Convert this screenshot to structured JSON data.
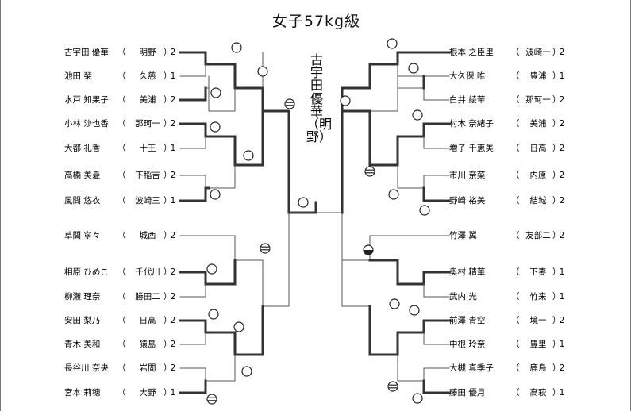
{
  "title": "女子57kg級",
  "champion": "古宇田優華（明野）",
  "players": [
    {
      "name": "古宇田 優華",
      "team": "明野",
      "score": "2"
    },
    {
      "name": "池田 栞",
      "team": "久慈",
      "score": "1"
    },
    {
      "name": "水戸 知果子",
      "team": "美浦",
      "score": "2"
    },
    {
      "name": "小林 沙也香",
      "team": "那珂一",
      "score": "2"
    },
    {
      "name": "大都 礼香",
      "team": "十王",
      "score": "1"
    },
    {
      "name": "高橋 美憂",
      "team": "下稲吉",
      "score": "2"
    },
    {
      "name": "風間 悠衣",
      "team": "波崎三",
      "score": "1"
    },
    {
      "name": "草間 寧々",
      "team": "城西",
      "score": "2"
    },
    {
      "name": "相原 ひめこ",
      "team": "千代川",
      "score": "2"
    },
    {
      "name": "柳瀬 理奈",
      "team": "勝田二",
      "score": "2"
    },
    {
      "name": "安田 梨乃",
      "team": "日高",
      "score": "2"
    },
    {
      "name": "青木 美和",
      "team": "猿島",
      "score": "2"
    },
    {
      "name": "長谷川 奈央",
      "team": "岩間",
      "score": "2"
    },
    {
      "name": "宮本 莉穂",
      "team": "大野",
      "score": "1"
    },
    {
      "name": "根本 之臣里",
      "team": "波崎一",
      "score": "2"
    },
    {
      "name": "大久保 唯",
      "team": "豊浦",
      "score": "1"
    },
    {
      "name": "白井 綾華",
      "team": "那珂一",
      "score": "2"
    },
    {
      "name": "村木 奈緒子",
      "team": "美浦",
      "score": "2"
    },
    {
      "name": "増子 千恵美",
      "team": "日高",
      "score": "2"
    },
    {
      "name": "市川 奈菜",
      "team": "内原",
      "score": "2"
    },
    {
      "name": "野崎 裕美",
      "team": "結城",
      "score": "2"
    },
    {
      "name": "竹澤 翼",
      "team": "友部二",
      "score": "2"
    },
    {
      "name": "奥村 精華",
      "team": "下妻",
      "score": "1"
    },
    {
      "name": "武内 光",
      "team": "竹来",
      "score": "1"
    },
    {
      "name": "前澤 青空",
      "team": "境一",
      "score": "2"
    },
    {
      "name": "中根 玲奈",
      "team": "豊里",
      "score": "1"
    },
    {
      "name": "大槻 真季子",
      "team": "鹿島",
      "score": "2"
    },
    {
      "name": "藤田 優月",
      "team": "高萩",
      "score": "1"
    }
  ],
  "legend": {
    "ippon": "ippon-circle-icon",
    "waza_ari": "waza-ari-circle-icon",
    "draw": "draw-circle-icon",
    "decision": "decision-circle-icon"
  }
}
